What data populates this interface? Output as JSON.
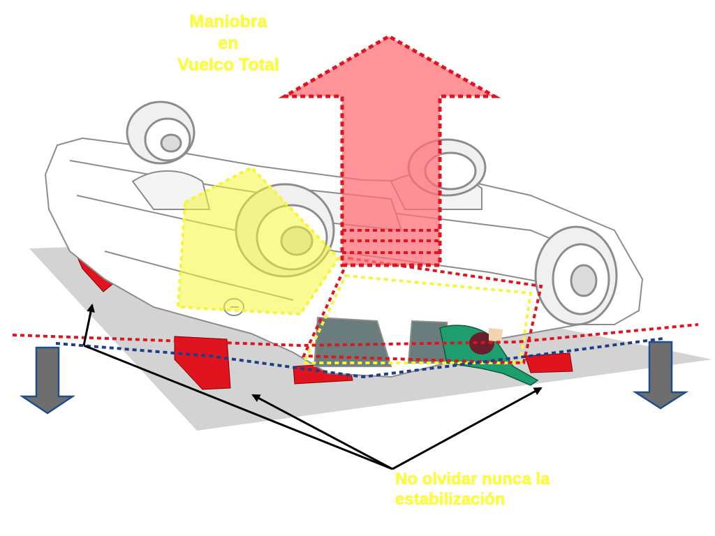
{
  "title": {
    "line1": "Maniobra",
    "line2": "en",
    "line3": "Vuelco Total"
  },
  "note": {
    "line1": "No olvidar nunca la",
    "line2": "estabilización"
  },
  "colors": {
    "caption_text": "#ffff33",
    "lift_arrow_fill": "#ff8a8a",
    "lift_arrow_border": "#e0141e",
    "wedge": "#e0141e",
    "down_arrow_fill": "#6e6e6e",
    "down_arrow_border": "#1f4e8c",
    "ground": "#d3d3d3",
    "highlight_yellow": "#f5f53a",
    "pointer_lines": "#000000"
  },
  "icons": {
    "lift_arrow": "up-arrow-icon",
    "down_arrows": "down-arrow-icon",
    "pointer_arrows": "pointer-arrow-icon"
  }
}
